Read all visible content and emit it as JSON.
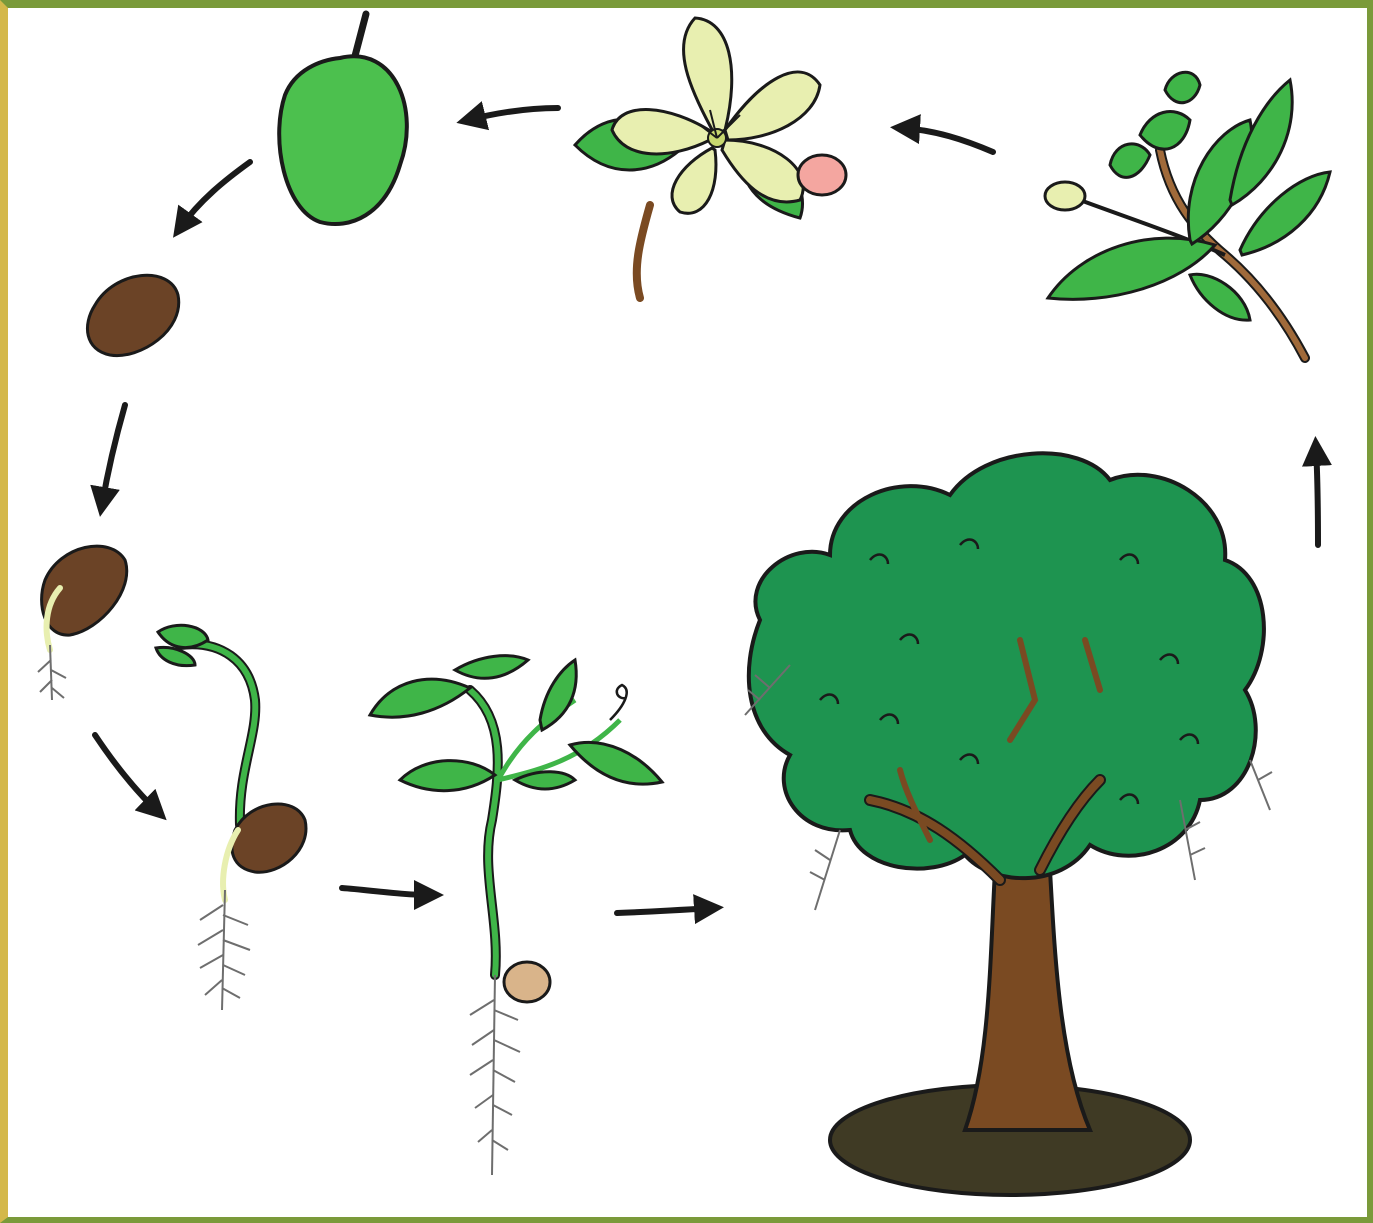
{
  "diagram": {
    "kind": "plant life cycle (mango)",
    "flow_direction": "clockwise",
    "stages": [
      {
        "id": "seed",
        "icon": "brown-seed-icon"
      },
      {
        "id": "germinating-seed",
        "icon": "germinating-seed-icon"
      },
      {
        "id": "sprouting-seedling",
        "icon": "sprouting-seedling-icon"
      },
      {
        "id": "young-plant",
        "icon": "young-plant-icon"
      },
      {
        "id": "mature-tree",
        "icon": "tree-icon"
      },
      {
        "id": "flowering-branch",
        "icon": "flowering-branch-icon"
      },
      {
        "id": "flower",
        "icon": "flower-icon"
      },
      {
        "id": "fruit",
        "icon": "mango-fruit-icon"
      }
    ]
  },
  "colors": {
    "frame_border": "#7a9a3a",
    "frame_border_left": "#d4b84a",
    "outline": "#1a1a1a",
    "leaf_green": "#3fb548",
    "tree_green": "#1e9450",
    "fruit_green": "#4cc04e",
    "seed_brown": "#6b4326",
    "trunk_brown": "#7a4a22",
    "soil_dark": "#3f3a24",
    "petal_cream": "#e8efb0",
    "bud_pink": "#f4a6a0",
    "root_gray": "#6e6e6e",
    "arrow": "#1a1a1a"
  }
}
